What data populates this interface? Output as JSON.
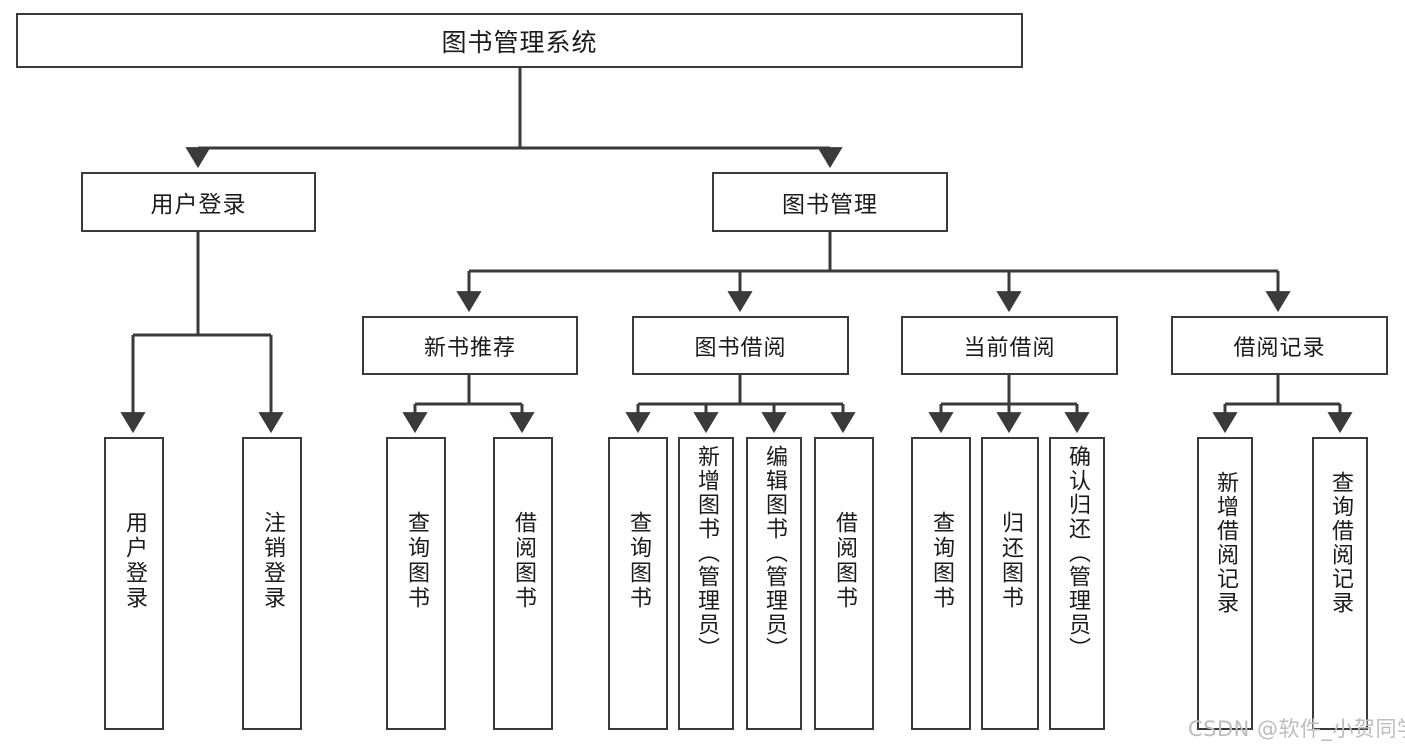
{
  "diagram": {
    "title": "图书管理系统",
    "style": {
      "box_border_color": "#3a3a3a",
      "box_fill_color": "#ffffff",
      "line_color": "#3a3a3a",
      "text_color": "#1b1b1b",
      "background_color": "#ffffff",
      "watermark_color": "#bdbdbd"
    },
    "root": {
      "label": "图书管理系统"
    },
    "level2": [
      {
        "label": "用户登录"
      },
      {
        "label": "图书管理"
      }
    ],
    "level3": [
      {
        "label": "新书推荐"
      },
      {
        "label": "图书借阅"
      },
      {
        "label": "当前借阅"
      },
      {
        "label": "借阅记录"
      }
    ],
    "leaves": {
      "user_login": [
        {
          "label": "用户登录"
        },
        {
          "label": "注销登录"
        }
      ],
      "new_book_recommend": [
        {
          "label": "查询图书"
        },
        {
          "label": "借阅图书"
        }
      ],
      "book_borrow": [
        {
          "label": "查询图书"
        },
        {
          "label": "新增图书（管理员）"
        },
        {
          "label": "编辑图书（管理员）"
        },
        {
          "label": "借阅图书"
        }
      ],
      "current_borrow": [
        {
          "label": "查询图书"
        },
        {
          "label": "归还图书"
        },
        {
          "label": "确认归还（管理员）"
        }
      ],
      "borrow_record": [
        {
          "label": "新增借阅记录"
        },
        {
          "label": "查询借阅记录"
        }
      ]
    },
    "watermark": "CSDN @软件_小贺同学"
  }
}
